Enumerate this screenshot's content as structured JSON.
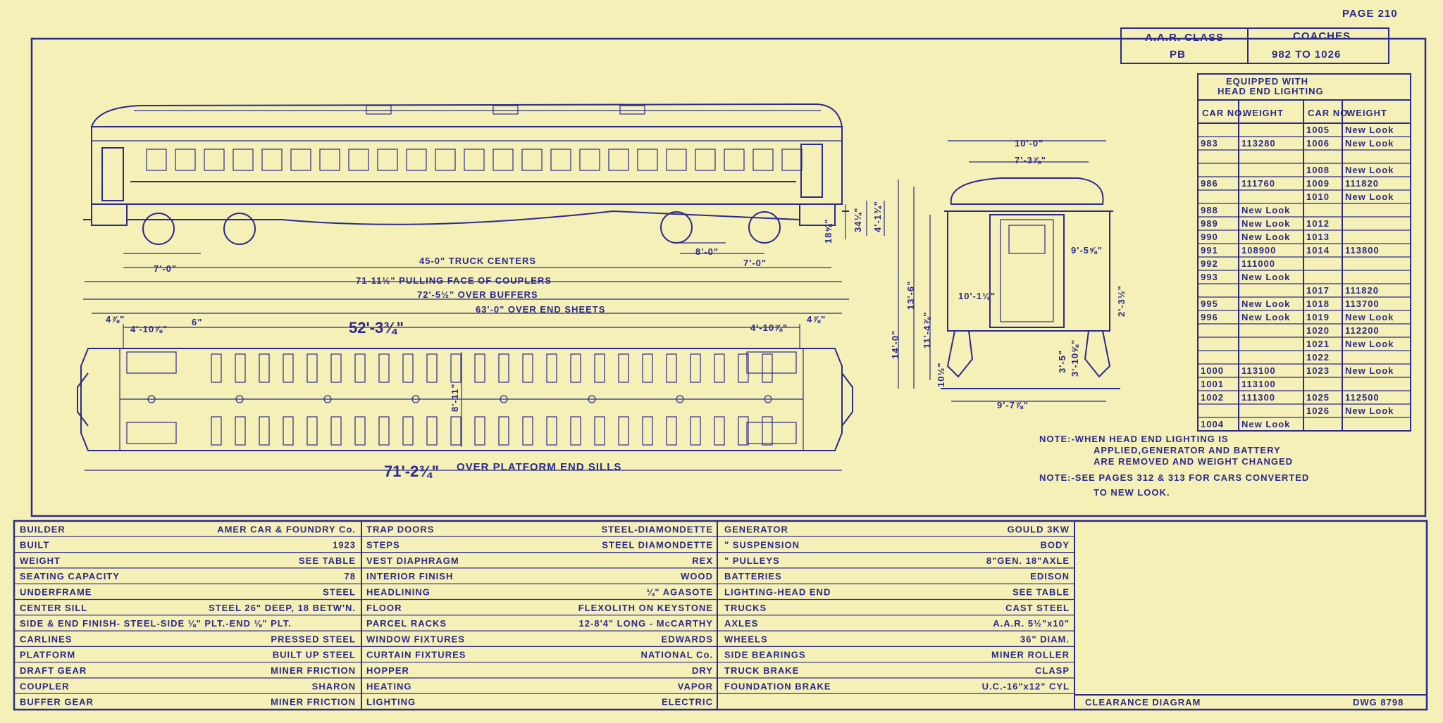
{
  "page_label": "PAGE 210",
  "aar": {
    "label": "A.A.R. CLASS",
    "value": "PB"
  },
  "coaches": {
    "label": "COACHES",
    "range": "982 TO 1026"
  },
  "side_view_dims": {
    "truck_centers": "45-0\" TRUCK CENTERS",
    "pulling_face": "71-11½\" PULLING FACE OF COUPLERS",
    "over_buffers": "72'-5½\" OVER BUFFERS",
    "over_end_sheets": "63'-0\" OVER END SHEETS",
    "truck_wheelbase_left": "7'-0\"",
    "truck_wheelbase_right": "7'-0\"",
    "wheel_dim": "8'-0\"",
    "small_a": "18⅝\"",
    "small_b": "34¼\"",
    "small_c": "4'-1¾\""
  },
  "plan_view_dims": {
    "overall": "52'-3¾\"",
    "left_a": "4⅞\"",
    "left_b": "4'-10⅞\"",
    "left_c": "6\"",
    "right_a": "4'-10⅞\"",
    "right_b": "4⅞\"",
    "width": "8'-11\"",
    "platform_total": "71'-2¾\"",
    "platform_label": "OVER PLATFORM END SILLS"
  },
  "end_view_dims": {
    "width_top": "10'-0\"",
    "roof_width": "7'-3⅞\"",
    "side_a": "9'-5⅝\"",
    "side_b": "10'-1⅛\"",
    "height_total": "14'-0\"",
    "height_b": "13'-6\"",
    "height_c": "11'-4⅞\"",
    "step_a": "2'-3½\"",
    "step_b": "3'-10⅝\"",
    "step_c": "3'-5\"",
    "step_d": "10½\"",
    "bottom_width": "9'-7⅞\""
  },
  "weights_table": {
    "title_line1": "EQUIPPED WITH",
    "title_line2": "HEAD END LIGHTING",
    "headers": [
      "CAR NO.",
      "WEIGHT",
      "CAR NO.",
      "WEIGHT"
    ],
    "rows": [
      [
        "",
        "",
        "1005",
        "New Look"
      ],
      [
        "983",
        "113280",
        "1006",
        "New Look"
      ],
      [
        "",
        "",
        "",
        ""
      ],
      [
        "",
        "",
        "1008",
        "New Look"
      ],
      [
        "986",
        "111760",
        "1009",
        "111820"
      ],
      [
        "",
        "",
        "1010",
        "New Look"
      ],
      [
        "988",
        "New Look",
        "",
        ""
      ],
      [
        "989",
        "New Look",
        "1012",
        ""
      ],
      [
        "990",
        "New Look",
        "1013",
        ""
      ],
      [
        "991",
        "108900",
        "1014",
        "113800"
      ],
      [
        "992",
        "111000",
        "",
        ""
      ],
      [
        "993",
        "New Look",
        "",
        ""
      ],
      [
        "",
        "",
        "1017",
        "111820"
      ],
      [
        "995",
        "New Look",
        "1018",
        "113700"
      ],
      [
        "996",
        "New Look",
        "1019",
        "New Look"
      ],
      [
        "",
        "",
        "1020",
        "112200"
      ],
      [
        "",
        "",
        "1021",
        "New Look"
      ],
      [
        "",
        "",
        "1022",
        ""
      ],
      [
        "1000",
        "113100",
        "1023",
        "New Look"
      ],
      [
        "1001",
        "113100",
        "",
        ""
      ],
      [
        "1002",
        "111300",
        "1025",
        "112500"
      ],
      [
        "",
        "",
        "1026",
        "New Look"
      ],
      [
        "1004",
        "New Look",
        "",
        ""
      ]
    ]
  },
  "notes": {
    "note1_line1": "NOTE:-WHEN HEAD END LIGHTING IS",
    "note1_line2": "APPLIED,GENERATOR AND BATTERY",
    "note1_line3": "ARE REMOVED AND WEIGHT CHANGED",
    "note2_line1": "NOTE:-SEE PAGES 312 & 313 FOR CARS CONVERTED",
    "note2_line2": "TO NEW LOOK."
  },
  "specs": {
    "col1": [
      [
        "BUILDER",
        "AMER CAR & FOUNDRY Co."
      ],
      [
        "BUILT",
        "1923"
      ],
      [
        "WEIGHT",
        "SEE TABLE"
      ],
      [
        "SEATING CAPACITY",
        "78"
      ],
      [
        "UNDERFRAME",
        "STEEL"
      ],
      [
        "CENTER SILL",
        "STEEL 26\" DEEP, 18 BETW'N."
      ],
      [
        "SIDE & END FINISH- STEEL-SIDE ⅛\" PLT.-END ⅛\" PLT.",
        ""
      ],
      [
        "CARLINES",
        "PRESSED STEEL"
      ],
      [
        "PLATFORM",
        "BUILT UP STEEL"
      ],
      [
        "DRAFT GEAR",
        "MINER FRICTION"
      ],
      [
        "COUPLER",
        "SHARON"
      ],
      [
        "BUFFER GEAR",
        "MINER FRICTION"
      ]
    ],
    "col2": [
      [
        "TRAP DOORS",
        "STEEL-DIAMONDETTE"
      ],
      [
        "STEPS",
        "STEEL DIAMONDETTE"
      ],
      [
        "VEST DIAPHRAGM",
        "REX"
      ],
      [
        "INTERIOR FINISH",
        "WOOD"
      ],
      [
        "HEADLINING",
        "¼\" AGASOTE"
      ],
      [
        "FLOOR",
        "FLEXOLITH ON KEYSTONE"
      ],
      [
        "PARCEL RACKS",
        "12-8'4\" LONG - McCARTHY"
      ],
      [
        "WINDOW FIXTURES",
        "EDWARDS"
      ],
      [
        "CURTAIN FIXTURES",
        "NATIONAL Co."
      ],
      [
        "HOPPER",
        "DRY"
      ],
      [
        "HEATING",
        "VAPOR"
      ],
      [
        "LIGHTING",
        "ELECTRIC"
      ]
    ],
    "col3": [
      [
        "GENERATOR",
        "GOULD 3KW"
      ],
      [
        "\"    SUSPENSION",
        "BODY"
      ],
      [
        "\"    PULLEYS",
        "8\"GEN. 18\"AXLE"
      ],
      [
        "BATTERIES",
        "EDISON"
      ],
      [
        "LIGHTING-HEAD END",
        "SEE TABLE"
      ],
      [
        "TRUCKS",
        "CAST STEEL"
      ],
      [
        "AXLES",
        "A.A.R. 5½\"x10\""
      ],
      [
        "WHEELS",
        "36\" DIAM."
      ],
      [
        "SIDE BEARINGS",
        "MINER ROLLER"
      ],
      [
        "TRUCK BRAKE",
        "CLASP"
      ],
      [
        "FOUNDATION BRAKE",
        "U.C.-16\"x12\" CYL"
      ],
      [
        "",
        ""
      ]
    ]
  },
  "clearance": "CLEARANCE DIAGRAM",
  "dwg": "DWG 8798"
}
